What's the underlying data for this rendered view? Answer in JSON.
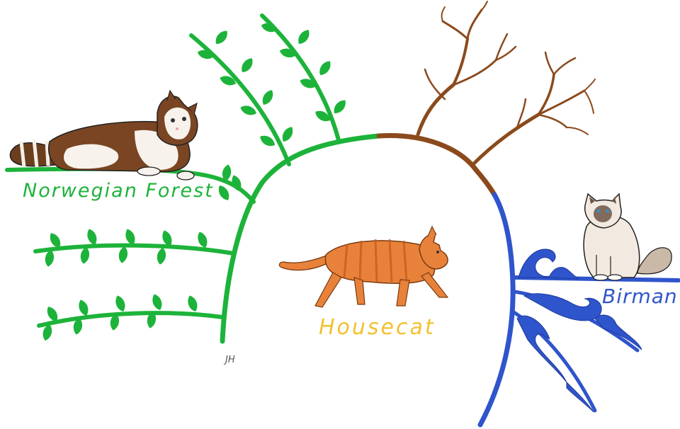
{
  "diagram": {
    "center": {
      "label": "Housecat",
      "color": "#F2C12E"
    },
    "branches": [
      {
        "id": "norwegian",
        "label": "Norwegian Forest",
        "color": "#1DB33A",
        "theme": "leafy-vines"
      },
      {
        "id": "bare",
        "label": "",
        "color": "#8B4A1C",
        "theme": "bare-branches"
      },
      {
        "id": "birman",
        "label": "Birman",
        "color": "#2F55CC",
        "theme": "ocean-waves"
      }
    ],
    "signature": "JH"
  },
  "colors": {
    "green": "#1DB33A",
    "brown": "#8B4A1C",
    "blue": "#2F55CC",
    "orange_cat": "#E8823A",
    "label_yellow": "#F2C12E"
  }
}
